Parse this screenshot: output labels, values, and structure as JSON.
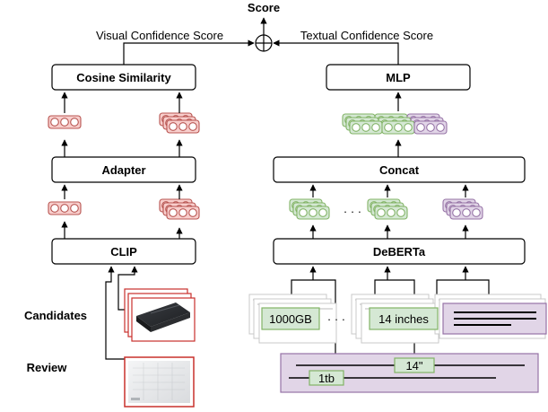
{
  "score": {
    "label": "Score"
  },
  "visual_confidence": {
    "label": "Visual Confidence Score"
  },
  "textual_confidence": {
    "label": "Textual Confidence Score"
  },
  "visual_branch": {
    "cosine": "Cosine Similarity",
    "adapter": "Adapter",
    "clip": "CLIP"
  },
  "textual_branch": {
    "mlp": "MLP",
    "concat": "Concat",
    "deberta": "DeBERTa"
  },
  "labels": {
    "candidates": "Candidates",
    "review": "Review"
  },
  "candidate_attrs": {
    "attr1": "1000GB",
    "attr2": "14 inches",
    "ellipsis": "· · ·"
  },
  "review_tags": {
    "tag1": "1tb",
    "tag2": "14\""
  },
  "dots": "· · ·",
  "colors": {
    "red_fill": "#f8cecc",
    "red_stroke": "#b85450",
    "green_fill": "#d5e8d4",
    "green_stroke": "#82b366",
    "purple_fill": "#e1d5e7",
    "purple_stroke": "#9673a6"
  }
}
